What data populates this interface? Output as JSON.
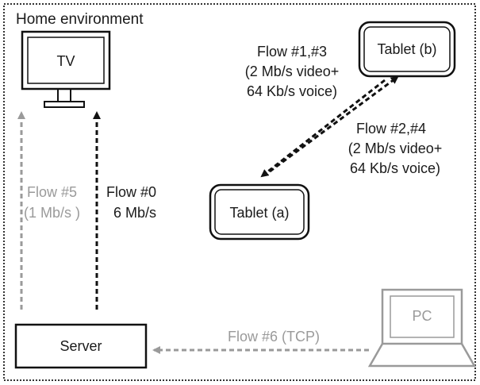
{
  "environment": {
    "title": "Home environment"
  },
  "devices": {
    "tv": "TV",
    "tablet_a": "Tablet (a)",
    "tablet_b": "Tablet (b)",
    "server": "Server",
    "pc": "PC"
  },
  "flows": {
    "flow0": {
      "line1": "Flow #0",
      "line2": "6 Mb/s"
    },
    "flow5": {
      "line1": "Flow #5",
      "line2": "(1 Mb/s )"
    },
    "flow13": {
      "line1": "Flow #1,#3",
      "line2": "(2 Mb/s video+",
      "line3": "64 Kb/s voice)"
    },
    "flow24": {
      "line1": "Flow #2,#4",
      "line2": "(2 Mb/s video+",
      "line3": "64 Kb/s voice)"
    },
    "flow6": {
      "line1": "Flow #6 (TCP)"
    }
  },
  "colors": {
    "dark": "#111111",
    "gray": "#9a9a9a"
  }
}
